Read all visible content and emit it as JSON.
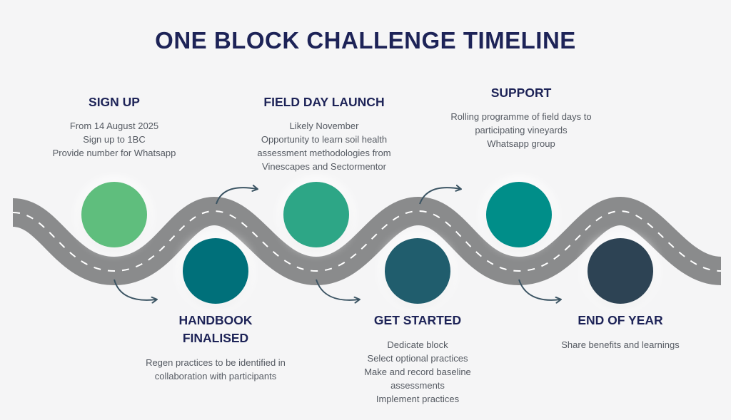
{
  "title": "ONE BLOCK CHALLENGE TIMELINE",
  "colors": {
    "road": "#8a8b8c",
    "road_dash": "#ffffff",
    "arrow": "#3b5463",
    "title": "#1d2357",
    "text": "#555a62"
  },
  "steps": [
    {
      "title_lines": [
        "SIGN UP"
      ],
      "color": "#5fbe7d",
      "lines": [
        "From 14 August 2025",
        "Sign up to 1BC",
        "Provide number for Whatsapp"
      ]
    },
    {
      "title_lines": [
        "HANDBOOK",
        "FINALISED"
      ],
      "color": "#00707a",
      "lines": [
        "Regen practices to be identified in",
        "collaboration with participants"
      ]
    },
    {
      "title_lines": [
        "FIELD DAY LAUNCH"
      ],
      "color": "#2da686",
      "lines": [
        "Likely November",
        "Opportunity to learn soil health",
        "assessment methodologies from",
        "Vinescapes and Sectormentor"
      ]
    },
    {
      "title_lines": [
        "GET STARTED"
      ],
      "color": "#205d6d",
      "lines": [
        "Dedicate block",
        "Select optional practices",
        "Make and record baseline",
        "assessments",
        "Implement practices"
      ]
    },
    {
      "title_lines": [
        "SUPPORT"
      ],
      "color": "#008e89",
      "lines": [
        "Rolling programme of field days to",
        "participating vineyards",
        "Whatsapp group"
      ]
    },
    {
      "title_lines": [
        "END OF YEAR"
      ],
      "color": "#2d4354",
      "lines": [
        "Share benefits and learnings"
      ]
    }
  ]
}
